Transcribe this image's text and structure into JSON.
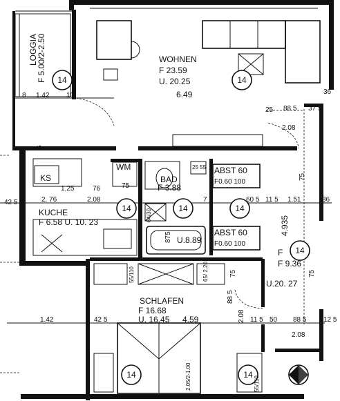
{
  "rooms": {
    "loggia": {
      "name": "LOGGIA",
      "size": "F 5.00/2-2.50"
    },
    "wohnen": {
      "name": "WOHNEN",
      "f": "F  23.59",
      "u": "U.  20.25",
      "width": "6.49"
    },
    "bad": {
      "name": "BAD",
      "f": "F 3.88",
      "u": "U.8.89"
    },
    "kuche": {
      "name": "KUCHE",
      "fu": "F  6.58   U. 10. 23"
    },
    "schlafen": {
      "name": "SCHLAFEN",
      "f": "F        16.68",
      "u": "U.  16.45",
      "width": "4.59"
    },
    "flur": {
      "f": "F",
      "f2": "F  9.36",
      "u": "U.20. 27",
      "width": "4.935"
    }
  },
  "fixtures": {
    "ks": "KS",
    "wm": "WM",
    "wm_dim": "75",
    "abst1": "ABST 60",
    "abst1_dim": "F0.60 100",
    "abst2": "ABST 60",
    "abst2_dim": "F0.60 100",
    "bad_small": "25 55",
    "bath_dim": "875",
    "bad_door": "64/30",
    "schrank1": "55/110",
    "schrank2": "65/ 2.20",
    "schrank3": "55/110",
    "bed": "2.05/2-1.00"
  },
  "unit_number": "14",
  "dimensions": {
    "d_8": "8",
    "d_142a": "1.42",
    "d_10": "10",
    "d_36a": "36",
    "d_25": "25",
    "d_885a": "88 5",
    "d_375": "37 5",
    "d_208a": "2.08",
    "d_6": "6",
    "d_125": "1.25",
    "d_76": "76",
    "d_75a": "75",
    "d_425a": "42 5",
    "d_276": "2. 76",
    "d_208b": "2.08",
    "d_7": "7",
    "d_605": "60 5",
    "d_115a": "11 5",
    "d_151": "1.51",
    "d_36b": "36",
    "d_75b": "75",
    "d_75c": "75",
    "d_142b": "1.42",
    "d_425b": "42 5",
    "d_885b": "88 5",
    "d_208c": "2.08",
    "d_115b": "11 5",
    "d_50": "50",
    "d_885c": "88 5",
    "d_125b": "12 5",
    "d_208d": "2.08"
  }
}
